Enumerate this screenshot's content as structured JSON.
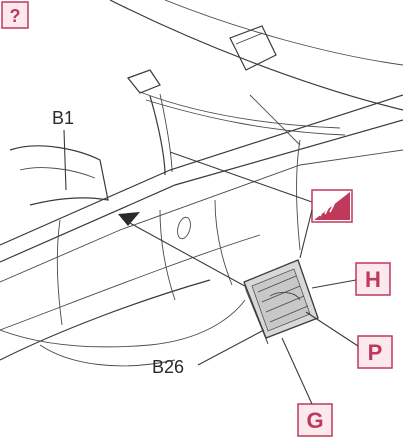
{
  "corner_marker": {
    "text": "?"
  },
  "part_labels": {
    "b1": "B1",
    "b26": "B26"
  },
  "callouts": {
    "h": "H",
    "p": "P",
    "g": "G"
  },
  "colors": {
    "accent": "#c0395a",
    "accent_fill": "#fbe9ee",
    "line": "#3a3a3a",
    "part_fill": "#d8d8d8"
  },
  "icons": {
    "paint_icon": "stepped-paint-wedge-icon"
  }
}
